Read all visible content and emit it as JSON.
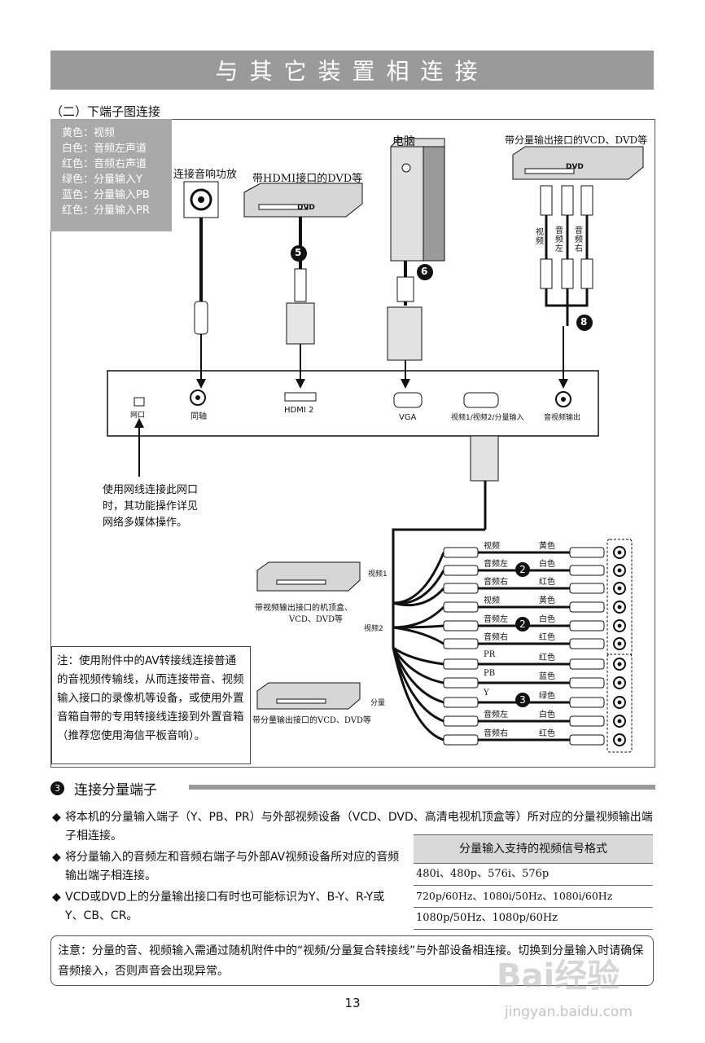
{
  "title": "与其它装置相连接",
  "section": "（二）下端子图连接",
  "legend": [
    "黄色：视频",
    "白色：音频左声道",
    "红色：音频右声道",
    "绿色：分量输入Y",
    "蓝色：分量输入PB",
    "红色：分量输入PR"
  ],
  "devices": {
    "amp": "连接音响功放",
    "hdmi_dvd": "带HDMI接口的DVD等",
    "pc": "电脑",
    "component_top": "带分量输出接口的VCD、DVD等",
    "stb": "带视频输出接口的机顶盒、",
    "stb2": "VCD、DVD等",
    "component_bottom": "带分量输出接口的VCD、DVD等",
    "dvd_logo": "DVD"
  },
  "cable_labels": {
    "video": "视频",
    "audio_l": "音频左",
    "audio_r": "音频右"
  },
  "markers": [
    "5",
    "6",
    "8",
    "2",
    "2",
    "3"
  ],
  "panel_ports": {
    "lan": "网口",
    "coax": "同轴",
    "hdmi": "HDMI 2",
    "vga": "VGA",
    "video_in": "视频1/视频2/分量输入",
    "av_out": "音视频输出"
  },
  "lan_note": [
    "使用网线连接此网口",
    "时，其功能操作详见",
    "网络多媒体操作。"
  ],
  "group_labels": {
    "v1": "视频1",
    "v2": "视频2",
    "comp": "分量"
  },
  "rows": [
    {
      "name": "视频",
      "color": "黄色"
    },
    {
      "name": "音频左",
      "color": "白色"
    },
    {
      "name": "音频右",
      "color": "红色"
    },
    {
      "name": "视频",
      "color": "黄色"
    },
    {
      "name": "音频左",
      "color": "白色"
    },
    {
      "name": "音频右",
      "color": "红色"
    },
    {
      "name": "PR",
      "color": "红色"
    },
    {
      "name": "PB",
      "color": "蓝色"
    },
    {
      "name": "Y",
      "color": "绿色"
    },
    {
      "name": "音频左",
      "color": "白色"
    },
    {
      "name": "音频右",
      "color": "红色"
    }
  ],
  "note1": "注：使用附件中的AV转接线连接普通的音视频传输线，从而连接带音、视频输入接口的录像机等设备，或使用外置音箱自带的专用转接线连接到外置音箱（推荐您使用海信平板音响）。",
  "heading3_num": "3",
  "heading3": "连接分量端子",
  "bullets": [
    "将本机的分量输入端子（Y、PB、PR）与外部视频设备（VCD、DVD、高清电视机顶盒等）所对应的分量视频输出端子相连接。",
    "将分量输入的音频左和音频右端子与外部AV视频设备所对应的音频输出端子相连接。",
    "VCD或DVD上的分量输出接口有时也可能标识为Y、B-Y、R-Y或Y、CB、CR。"
  ],
  "table": {
    "header": "分量输入支持的视频信号格式",
    "rows": [
      "480i、480p、576i、576p",
      "720p/60Hz、1080i/50Hz、1080i/60Hz",
      "1080p/50Hz、1080p/60Hz"
    ]
  },
  "note2": "注意：分量的音、视频输入需通过随机附件中的“视频/分量复合转接线”与外部设备相连接。切换到分量输入时请确保音频接入，否则声音会出现异常。",
  "page_number": "13",
  "watermark": "Bai经验",
  "watermark_url": "jingyan.baidu.com"
}
